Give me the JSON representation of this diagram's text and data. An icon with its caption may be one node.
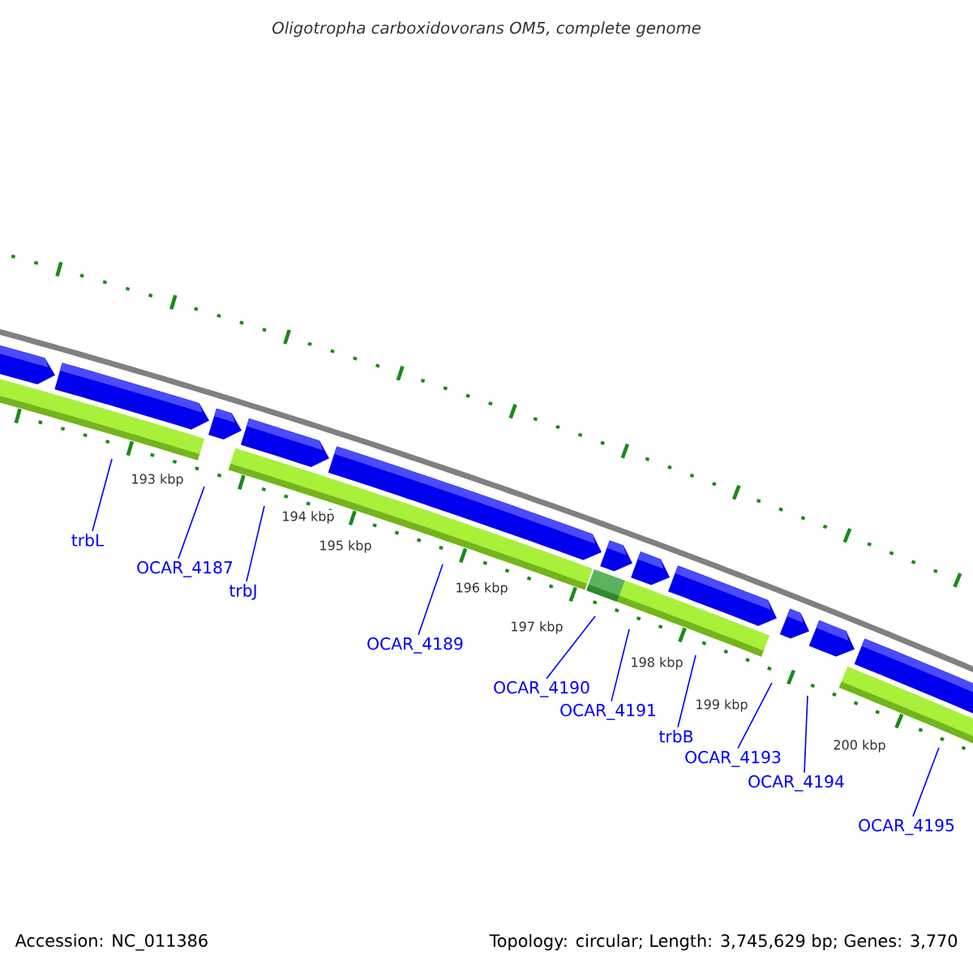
{
  "diagram": {
    "title": "Oligotropha carboxidovorans OM5, complete genome",
    "nodes": [
      {
        "text": [
          "trbL"
        ]
      },
      {
        "text": [
          "OCAR_4187"
        ]
      },
      {
        "text": [
          "trbJ"
        ]
      },
      {
        "text": [
          "OCAR_4189"
        ]
      },
      {
        "text": [
          "OCAR_4190"
        ]
      },
      {
        "text": [
          "OCAR_4191"
        ]
      },
      {
        "text": [
          "trbB"
        ]
      },
      {
        "text": [
          "OCAR_4193"
        ]
      },
      {
        "text": [
          "OCAR_4194"
        ]
      },
      {
        "text": [
          "OCAR_4195"
        ]
      }
    ],
    "edges": [
      {
        "from": 0,
        "to": null,
        "arrow": "none"
      },
      {
        "from": 1,
        "to": null,
        "arrow": "none"
      },
      {
        "from": 2,
        "to": null,
        "arrow": "none"
      },
      {
        "from": 3,
        "to": null,
        "arrow": "none"
      },
      {
        "from": 4,
        "to": null,
        "arrow": "none"
      },
      {
        "from": 5,
        "to": null,
        "arrow": "none"
      },
      {
        "from": 6,
        "to": null,
        "arrow": "none"
      },
      {
        "from": 7,
        "to": null,
        "arrow": "none"
      },
      {
        "from": 8,
        "to": null,
        "arrow": "none"
      },
      {
        "from": 9,
        "to": null,
        "arrow": "none"
      }
    ],
    "labels": [
      "193 kbp",
      "194 kbp",
      "195 kbp",
      "196 kbp",
      "197 kbp",
      "198 kbp",
      "199 kbp",
      "200 kbp",
      "Accession: NC_011386",
      "Topology: circular; Length: 3,745,629 bp; Genes: 3,770"
    ]
  }
}
